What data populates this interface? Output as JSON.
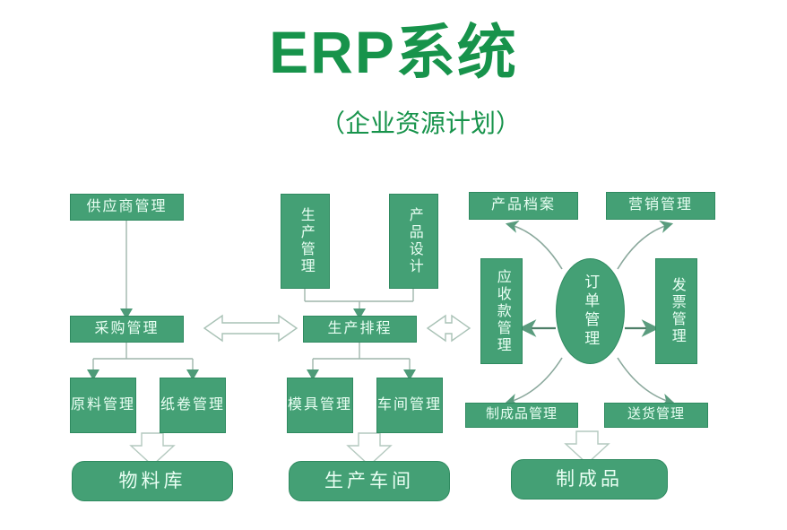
{
  "header": {
    "title": "ERP系统",
    "subtitle": "（企业资源计划）",
    "title_color": "#17934b"
  },
  "theme": {
    "node_fill": "#44a075",
    "node_border": "#2f8a60",
    "node_text": "#eafff4",
    "line_color": "#9fb6ac",
    "arrow_color": "#4d9b78"
  },
  "columns": {
    "procurement": {
      "supplier_management": "供应商管理",
      "purchase_management": "采购管理",
      "raw_material_management": "原料管理",
      "paper_roll_management": "纸卷管理",
      "material_warehouse": "物料库"
    },
    "production": {
      "production_management": "生产管理",
      "product_design": "产品设计",
      "production_scheduling": "生产排程",
      "mold_management": "模具管理",
      "workshop_management": "车间管理",
      "production_workshop": "生产车间"
    },
    "order": {
      "product_archive": "产品档案",
      "marketing_management": "营销管理",
      "receivables_management": "应收款管理",
      "order_management": "订单管理",
      "invoice_management": "发票管理",
      "finished_goods_management": "制成品管理",
      "delivery_management": "送货管理",
      "finished_goods": "制成品"
    }
  },
  "connectors": {
    "purchase_to_scheduling": "双向箭头",
    "scheduling_to_receivables": "双向箭头"
  }
}
